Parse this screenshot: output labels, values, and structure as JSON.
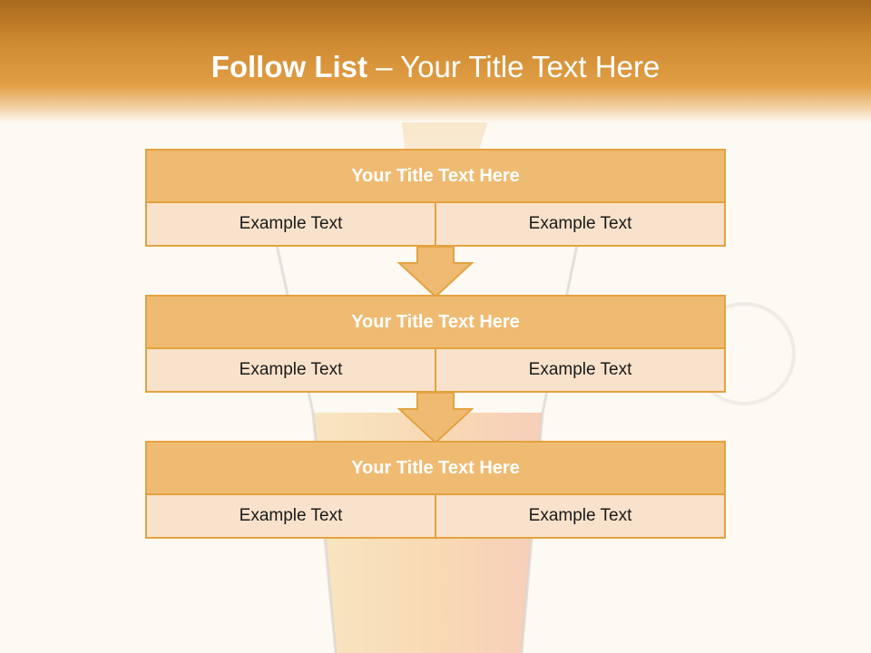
{
  "slide": {
    "title_bold": "Follow List",
    "title_rest": " – Your Title Text Here"
  },
  "blocks": [
    {
      "title": "Your Title Text Here",
      "cells": [
        "Example Text",
        "Example Text"
      ]
    },
    {
      "title": "Your Title Text Here",
      "cells": [
        "Example Text",
        "Example Text"
      ]
    },
    {
      "title": "Your Title Text Here",
      "cells": [
        "Example Text",
        "Example Text"
      ]
    }
  ],
  "colors": {
    "header_dark": "#a8691c",
    "header_light": "#e29f45",
    "block_title_fill": "#efbb72",
    "block_cell_fill": "#f9e2cb",
    "border": "#e4a23f"
  },
  "icons": {
    "arrow": "down-arrow-icon"
  }
}
